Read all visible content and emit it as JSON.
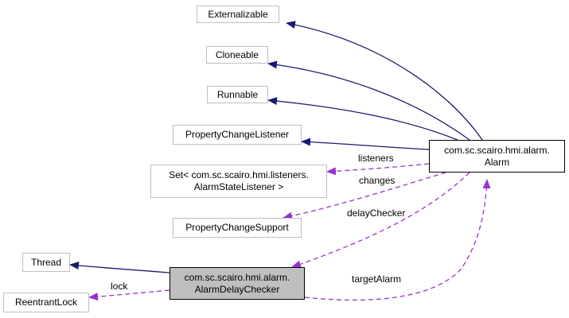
{
  "nodes": {
    "externalizable": {
      "line1": "Externalizable"
    },
    "cloneable": {
      "line1": "Cloneable"
    },
    "runnable": {
      "line1": "Runnable"
    },
    "property_change_listener": {
      "line1": "PropertyChangeListener"
    },
    "set_listener": {
      "line1": "Set< com.sc.scairo.hmi.listeners.",
      "line2": "AlarmStateListener >"
    },
    "property_change_support": {
      "line1": "PropertyChangeSupport"
    },
    "thread": {
      "line1": "Thread"
    },
    "reentrant_lock": {
      "line1": "ReentrantLock"
    },
    "alarm": {
      "line1": "com.sc.scairo.hmi.alarm.",
      "line2": "Alarm"
    },
    "alarm_delay_checker": {
      "line1": "com.sc.scairo.hmi.alarm.",
      "line2": "AlarmDelayChecker"
    }
  },
  "edge_labels": {
    "listeners": "listeners",
    "changes": "changes",
    "delay_checker": "delayChecker",
    "target_alarm": "targetAlarm",
    "lock": "lock"
  },
  "colors": {
    "inheritance": "#191970",
    "usage": "#9a32cd",
    "node_border": "#bfbfbf",
    "focus_fill": "#bfbfbf"
  }
}
